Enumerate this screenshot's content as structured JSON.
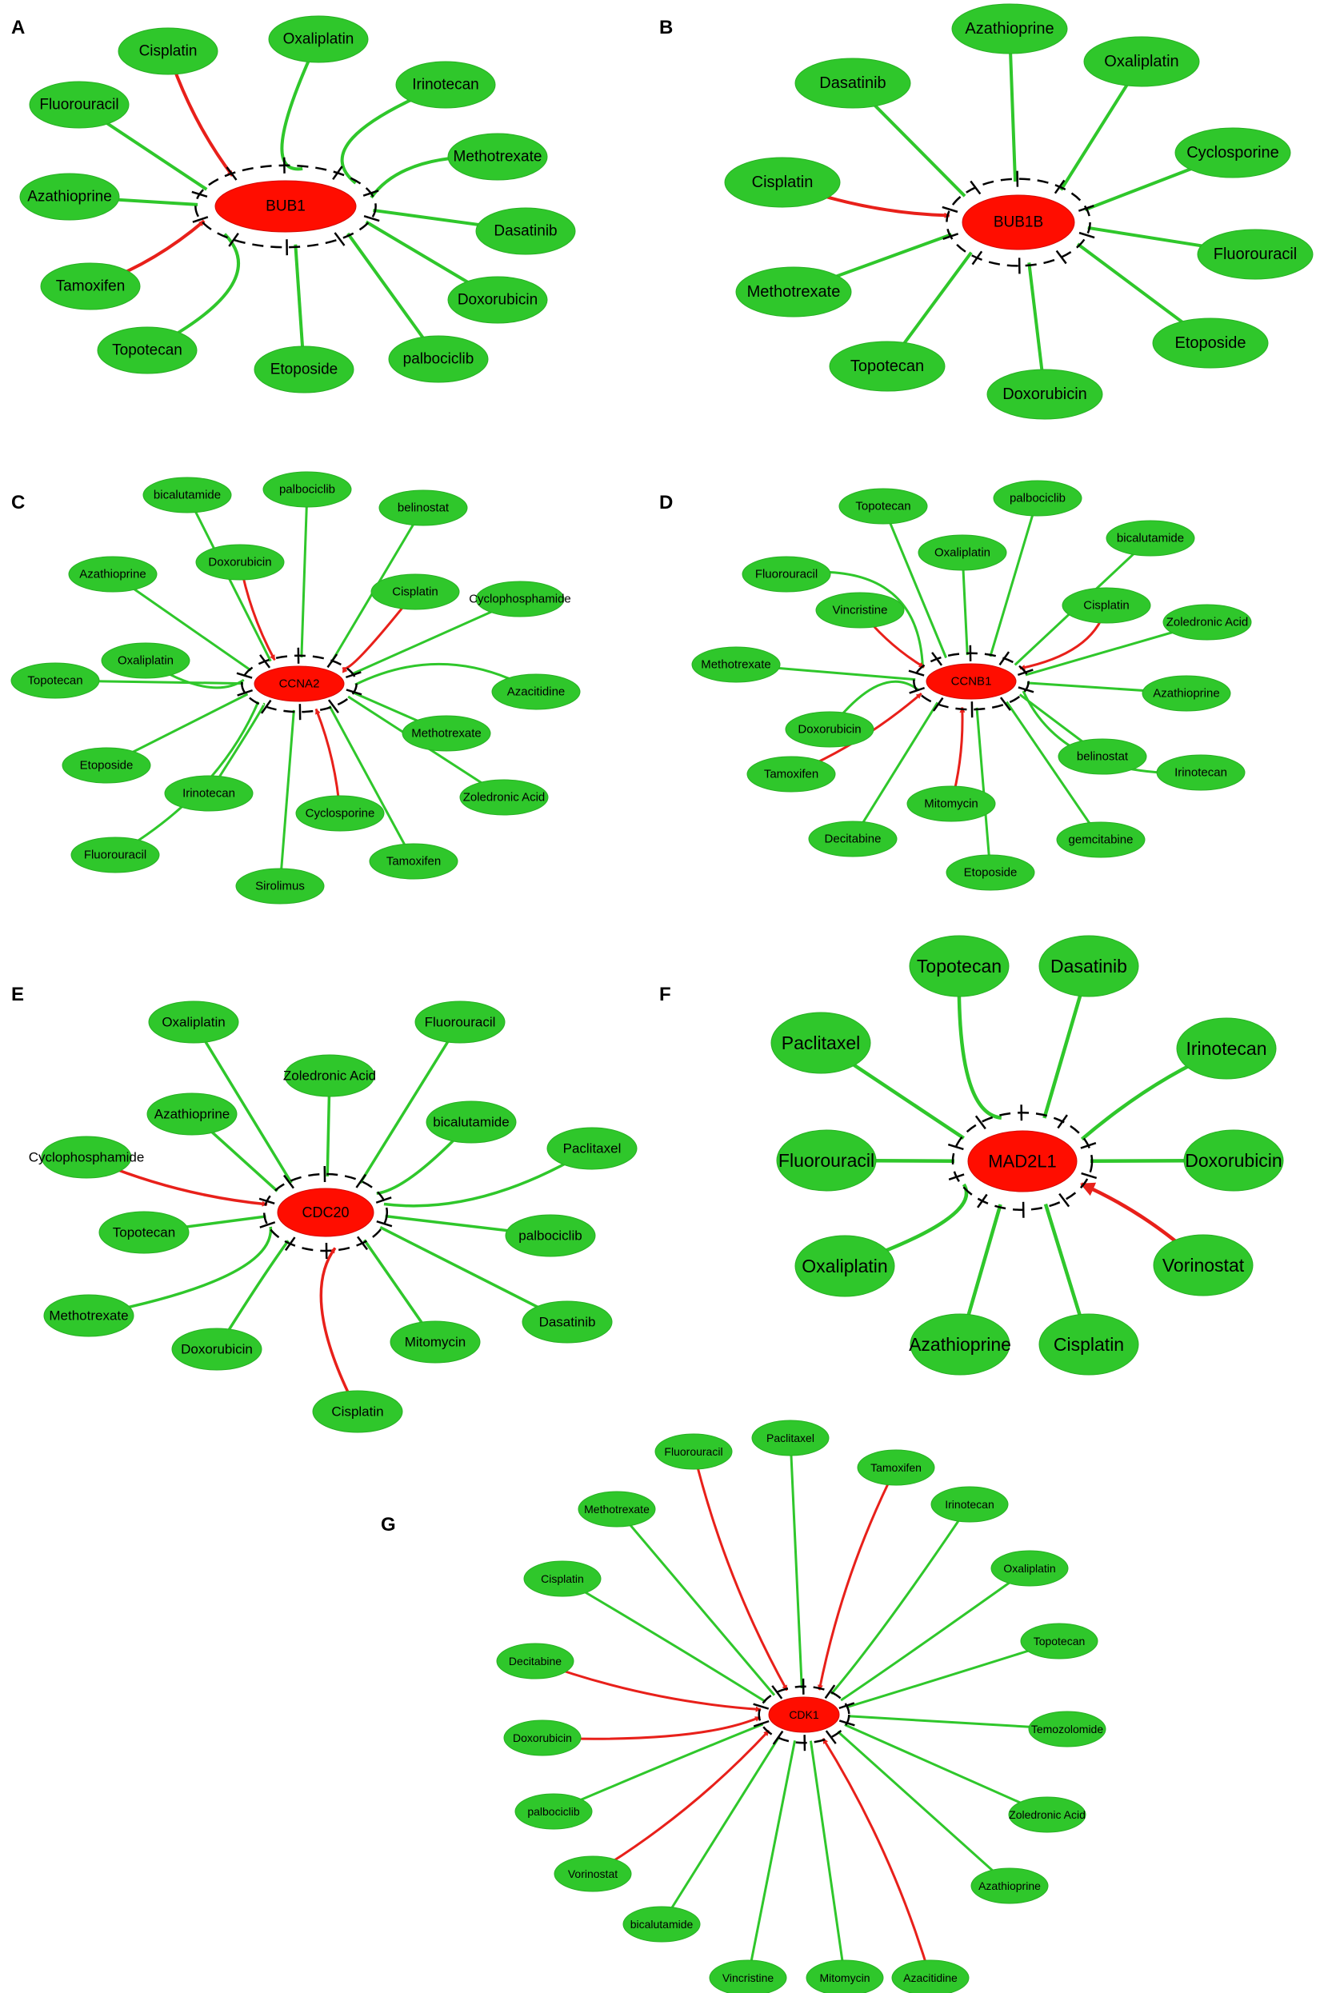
{
  "colors": {
    "drug_node": "#2fc72b",
    "drug_node_stroke": "#27b023",
    "hub_node": "#ff0d00",
    "inhibit_edge": "#2fc72b",
    "activate_edge": "#e8201a",
    "activate_edge_alt": "#e0204a"
  },
  "panels": [
    {
      "letter": "A",
      "hub": "BUB1",
      "drugs": [
        "Cisplatin",
        "Oxaliplatin",
        "Fluorouracil",
        "Irinotecan",
        "Methotrexate",
        "Azathioprine",
        "Dasatinib",
        "Tamoxifen",
        "Doxorubicin",
        "Topotecan",
        "Etoposide",
        "palbociclib"
      ],
      "activators": [
        "Cisplatin",
        "Tamoxifen"
      ]
    },
    {
      "letter": "B",
      "hub": "BUB1B",
      "drugs": [
        "Azathioprine",
        "Dasatinib",
        "Oxaliplatin",
        "Cyclosporine",
        "Cisplatin",
        "Fluorouracil",
        "Methotrexate",
        "Etoposide",
        "Topotecan",
        "Doxorubicin"
      ],
      "activators": [
        "Cisplatin"
      ]
    },
    {
      "letter": "C",
      "hub": "CCNA2",
      "drugs": [
        "bicalutamide",
        "palbociclib",
        "belinostat",
        "Azathioprine",
        "Doxorubicin",
        "Cisplatin",
        "Cyclophosphamide",
        "Topotecan",
        "Oxaliplatin",
        "Azacitidine",
        "Methotrexate",
        "Etoposide",
        "Irinotecan",
        "Cyclosporine",
        "Zoledronic Acid",
        "Fluorouracil",
        "Tamoxifen",
        "Sirolimus"
      ],
      "activators": [
        "Doxorubicin",
        "Cisplatin",
        "Cyclosporine"
      ]
    },
    {
      "letter": "D",
      "hub": "CCNB1",
      "drugs": [
        "Topotecan",
        "palbociclib",
        "Oxaliplatin",
        "bicalutamide",
        "Fluorouracil",
        "Vincristine",
        "Cisplatin",
        "Zoledronic Acid",
        "Methotrexate",
        "Azathioprine",
        "Doxorubicin",
        "Tamoxifen",
        "belinostat",
        "Irinotecan",
        "Mitomycin",
        "Decitabine",
        "gemcitabine",
        "Etoposide"
      ],
      "activators": [
        "Vincristine",
        "Cisplatin",
        "Tamoxifen",
        "Mitomycin"
      ]
    },
    {
      "letter": "E",
      "hub": "CDC20",
      "drugs": [
        "Oxaliplatin",
        "Fluorouracil",
        "Zoledronic Acid",
        "Azathioprine",
        "bicalutamide",
        "Paclitaxel",
        "Cyclophosphamide",
        "Topotecan",
        "palbociclib",
        "Methotrexate",
        "Doxorubicin",
        "Mitomycin",
        "Dasatinib",
        "Cisplatin"
      ],
      "activators": [
        "Cyclophosphamide",
        "Cisplatin"
      ]
    },
    {
      "letter": "F",
      "hub": "MAD2L1",
      "drugs": [
        "Topotecan",
        "Dasatinib",
        "Paclitaxel",
        "Irinotecan",
        "Fluorouracil",
        "Doxorubicin",
        "Vorinostat",
        "Oxaliplatin",
        "Azathioprine",
        "Cisplatin"
      ],
      "activators": [
        "Vorinostat"
      ]
    },
    {
      "letter": "G",
      "hub": "CDK1",
      "drugs": [
        "Fluorouracil",
        "Paclitaxel",
        "Tamoxifen",
        "Methotrexate",
        "Irinotecan",
        "Cisplatin",
        "Oxaliplatin",
        "Decitabine",
        "Topotecan",
        "Doxorubicin",
        "Temozolomide",
        "palbociclib",
        "Zoledronic Acid",
        "Vorinostat",
        "Azathioprine",
        "bicalutamide",
        "Azacitidine",
        "Vincristine",
        "Mitomycin"
      ],
      "activators": [
        "Fluorouracil",
        "Tamoxifen",
        "Decitabine",
        "Doxorubicin",
        "Vorinostat",
        "Azacitidine"
      ]
    }
  ]
}
